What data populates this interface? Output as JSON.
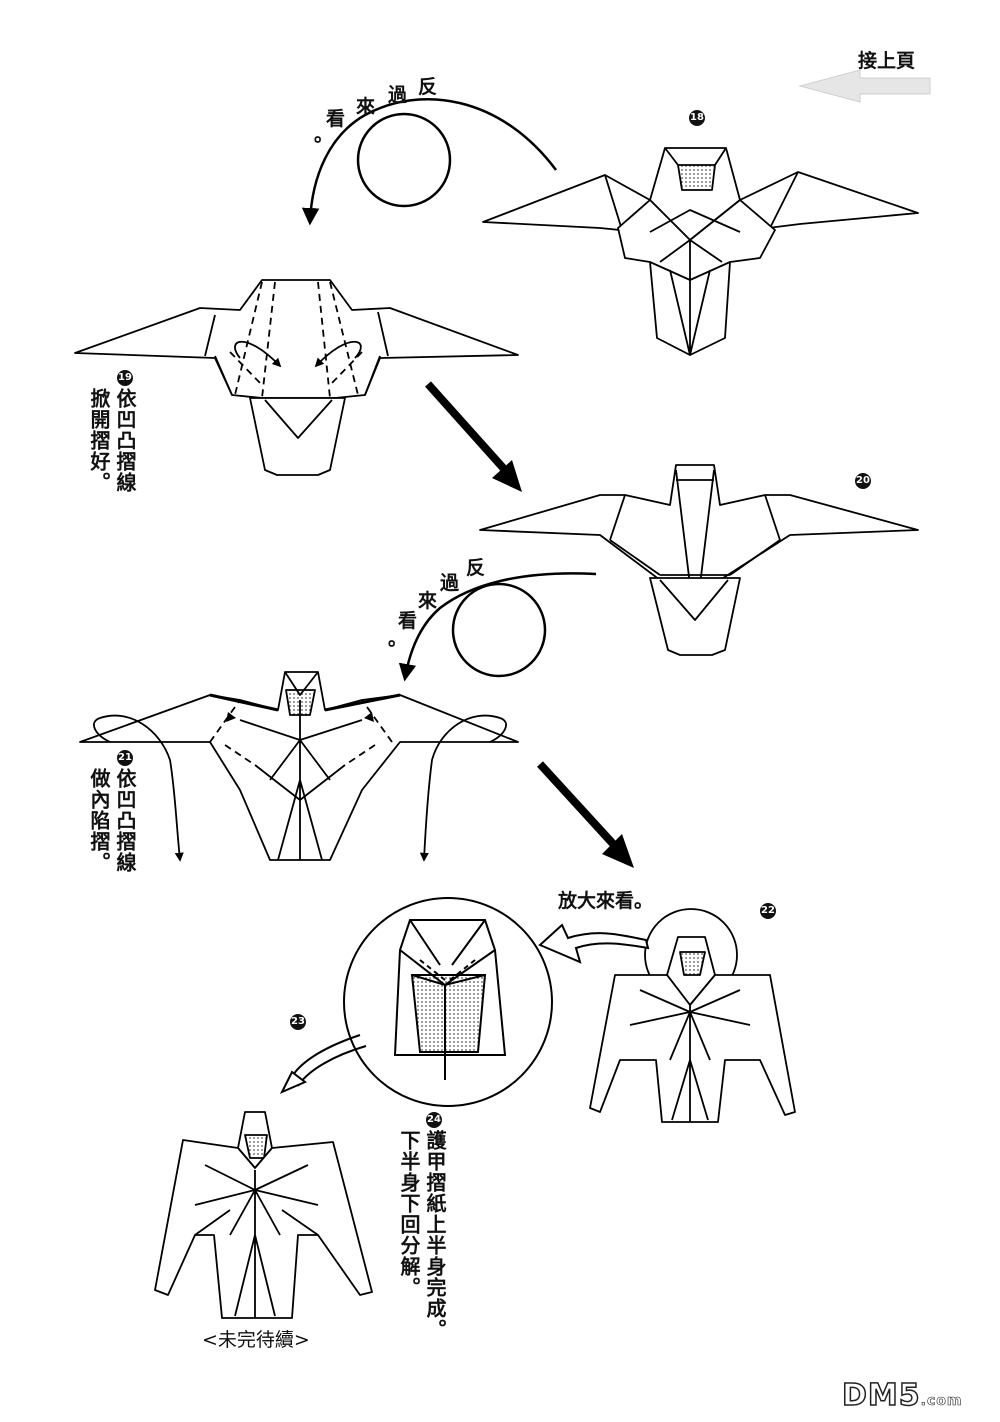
{
  "continue_note": "接上頁",
  "steps": [
    {
      "num": "18"
    },
    {
      "num": "19",
      "instruction_line1": "依凹凸摺線",
      "instruction_line2": "掀開摺好。"
    },
    {
      "num": "20"
    },
    {
      "num": "21",
      "instruction_line1": "依凹凸摺線",
      "instruction_line2": "做內陷摺。"
    },
    {
      "num": "22"
    },
    {
      "num": "23"
    },
    {
      "num": "24",
      "instruction_line1": "護甲摺紙上半身完成。",
      "instruction_line2": "下半身下回分解。"
    }
  ],
  "turn_over_1": {
    "c1": "反",
    "c2": "過",
    "c3": "來",
    "c4": "看",
    "c5": "。"
  },
  "turn_over_2": {
    "c1": "反",
    "c2": "過",
    "c3": "來",
    "c4": "看",
    "c5": "。"
  },
  "zoom_label": "放大來看。",
  "to_be_continued": "<未完待續>",
  "watermark": {
    "main": "DM5",
    "suffix": ".com"
  }
}
